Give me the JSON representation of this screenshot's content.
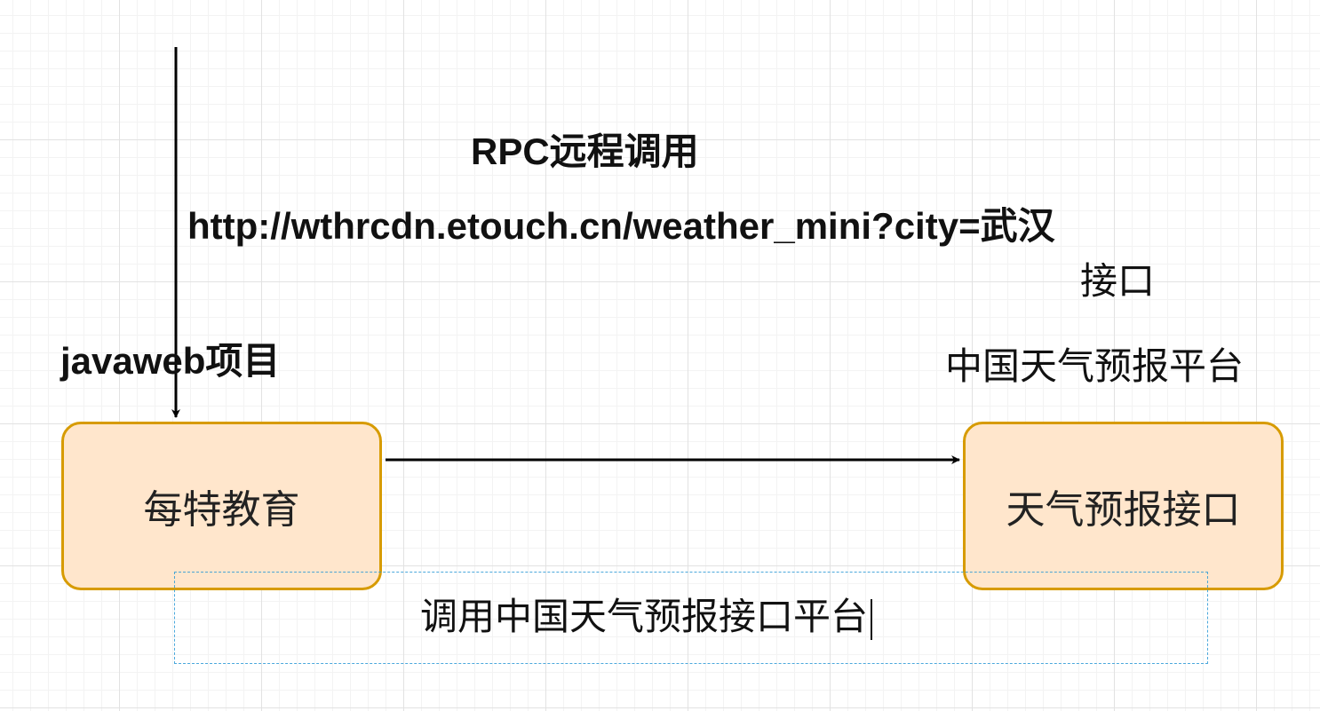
{
  "diagram": {
    "labels": {
      "rpc_title": "RPC远程调用",
      "api_url": "http://wthrcdn.etouch.cn/weather_mini?city=武汉",
      "api_label": "接口",
      "javaweb_project": "javaweb项目",
      "platform_name": "中国天气预报平台"
    },
    "nodes": {
      "source": "每特教育",
      "target": "天气预报接口"
    },
    "editing_label": "调用中国天气预报接口平台",
    "colors": {
      "node_fill": "#ffe6cc",
      "node_stroke": "#d79b00",
      "edit_border": "#2c9ad6",
      "edge": "#000000"
    }
  }
}
